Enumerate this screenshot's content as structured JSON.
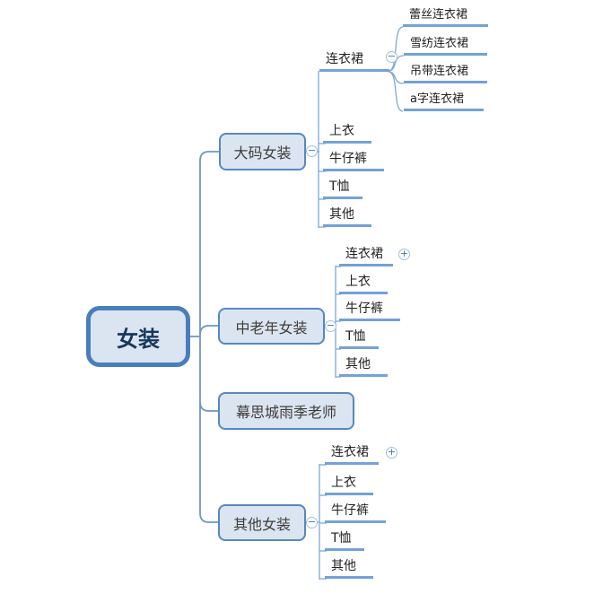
{
  "colors": {
    "node_border": "#5887c0",
    "root_border": "#4a7ebb",
    "node_fill": "#dbe5f1",
    "underline": "#74a1d8",
    "connector": "#7fa7d9",
    "trunk": "#6f96c8",
    "root_text": "#17375d",
    "topic_text": "#3f3c3a"
  },
  "root": {
    "label": "女装"
  },
  "branches": [
    {
      "label": "大码女装",
      "toggle": "−",
      "children": [
        {
          "label": "连衣裙",
          "toggle": "−",
          "children": [
            {
              "label": "蕾丝连衣裙"
            },
            {
              "label": "雪纺连衣裙"
            },
            {
              "label": "吊带连衣裙"
            },
            {
              "label": "a字连衣裙"
            }
          ]
        },
        {
          "label": "上衣"
        },
        {
          "label": "牛仔裤"
        },
        {
          "label": "T恤"
        },
        {
          "label": "其他"
        }
      ]
    },
    {
      "label": "中老年女装",
      "toggle": "−",
      "children": [
        {
          "label": "连衣裙",
          "toggle": "+"
        },
        {
          "label": "上衣"
        },
        {
          "label": "牛仔裤"
        },
        {
          "label": "T恤"
        },
        {
          "label": "其他"
        }
      ]
    },
    {
      "label": "幕思城雨季老师"
    },
    {
      "label": "其他女装",
      "toggle": "−",
      "children": [
        {
          "label": "连衣裙",
          "toggle": "+"
        },
        {
          "label": "上衣"
        },
        {
          "label": "牛仔裤"
        },
        {
          "label": "T恤"
        },
        {
          "label": "其他"
        }
      ]
    }
  ]
}
